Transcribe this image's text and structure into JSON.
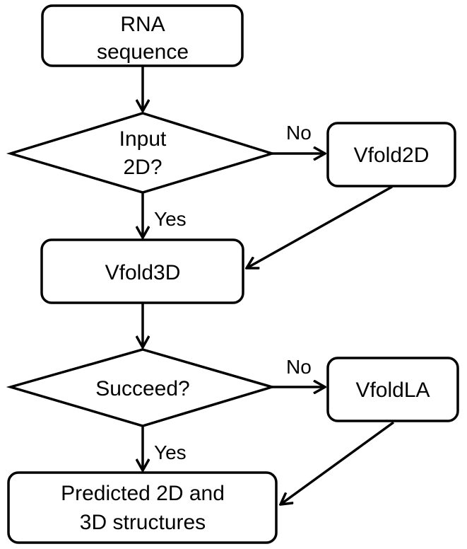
{
  "diagram": {
    "nodes": {
      "rna_sequence": {
        "lines": [
          "RNA",
          "sequence"
        ]
      },
      "input_2d": {
        "lines": [
          "Input",
          "2D?"
        ]
      },
      "vfold2d": {
        "lines": [
          "Vfold2D"
        ]
      },
      "vfold3d": {
        "lines": [
          "Vfold3D"
        ]
      },
      "succeed": {
        "lines": [
          "Succeed?"
        ]
      },
      "vfoldla": {
        "lines": [
          "VfoldLA"
        ]
      },
      "predicted": {
        "lines": [
          "Predicted 2D and",
          "3D structures"
        ]
      }
    },
    "edge_labels": {
      "no_1": "No",
      "yes_1": "Yes",
      "no_2": "No",
      "yes_2": "Yes"
    }
  }
}
